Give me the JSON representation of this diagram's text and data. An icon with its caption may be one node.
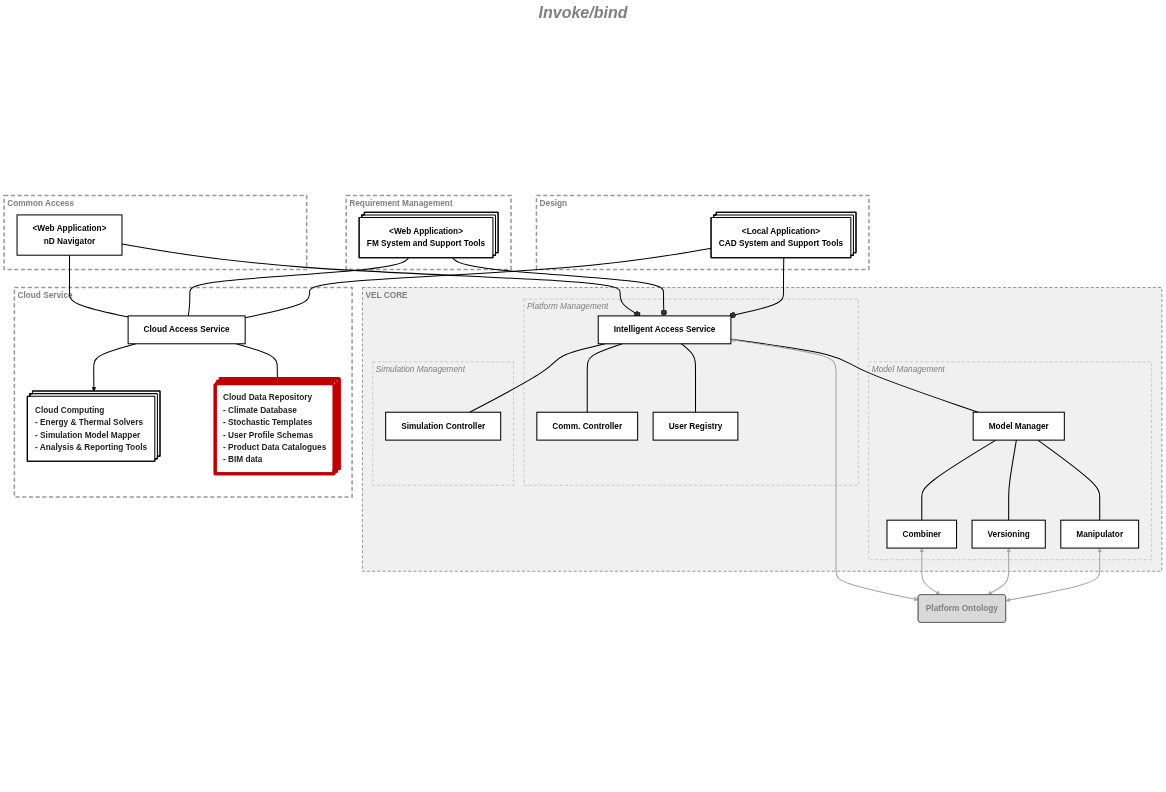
{
  "diagram": {
    "nodes": [
      {
        "text": [
          "Design"
        ]
      },
      {
        "text": [
          "<Local Application>",
          "CAD System and Support Tools"
        ],
        "in": 0
      },
      {
        "text": [
          "Requirement Management"
        ]
      },
      {
        "text": [
          "<Web Application>",
          "FM System and Support Tools"
        ],
        "in": 2
      },
      {
        "text": [
          "Common Access"
        ]
      },
      {
        "text": [
          "<Web Application>",
          "nD Navigator"
        ],
        "in": 4
      },
      {
        "text": [
          "VEL CORE"
        ]
      },
      {
        "text": [
          "Platform Management"
        ],
        "in": 6
      },
      {
        "text": [
          "Intelligent Access Service"
        ],
        "in": 7
      },
      {
        "text": [
          "Comm. Controller"
        ],
        "in": 7
      },
      {
        "text": [
          "User Registry"
        ],
        "in": 7
      },
      {
        "text": [
          "Model Management"
        ],
        "in": 6
      },
      {
        "text": [
          "Model Manager"
        ],
        "in": 11
      },
      {
        "text": [
          "Manipulator"
        ],
        "in": 11
      },
      {
        "text": [
          "Versioning"
        ],
        "in": 11
      },
      {
        "text": [
          "Combiner"
        ],
        "in": 11
      },
      {
        "text": [
          "Simulation Management"
        ],
        "in": 6
      },
      {
        "text": [
          "Simulation Controller"
        ],
        "in": 16
      },
      {
        "text": [
          "Platform Ontology"
        ]
      },
      {
        "text": [
          "Cloud Service"
        ]
      },
      {
        "text": [
          "Cloud Access Service"
        ],
        "in": 19
      },
      {
        "text": [
          "Cloud Computing",
          "- Energy & Thermal Solvers",
          "- Simulation Model Mapper",
          "- Analysis & Reporting Tools"
        ],
        "in": 19
      },
      {
        "text": [
          "Cloud Data Repository",
          "- Climate Database",
          "- Stochastic Templates",
          "- User Profile Schemas",
          "- Product Data Catalogues",
          "- BIM data"
        ],
        "in": 19
      }
    ],
    "edges": [
      {
        "from": 1,
        "to": 8,
        "arrow": "other"
      },
      {
        "from": 3,
        "to": 8,
        "arrow": "other"
      },
      {
        "from": 5,
        "to": 8,
        "arrow": "other"
      },
      {
        "from": 1,
        "to": 20,
        "arrow": "none"
      },
      {
        "from": 3,
        "to": 20,
        "arrow": "none"
      },
      {
        "from": 5,
        "to": 20,
        "arrow": "none"
      },
      {
        "from": 8,
        "to": 9,
        "arrow": "none"
      },
      {
        "from": 8,
        "to": 10,
        "arrow": "none"
      },
      {
        "from": 8,
        "to": 12,
        "arrow": "none"
      },
      {
        "from": 8,
        "to": 17,
        "arrow": "none"
      },
      {
        "from": 12,
        "to": 13,
        "arrow": "none"
      },
      {
        "from": 12,
        "to": 14,
        "arrow": "none"
      },
      {
        "from": 12,
        "to": 15,
        "arrow": "none"
      },
      {
        "from": 13,
        "to": 18,
        "arrow": "both",
        "color": "#a6a6a6"
      },
      {
        "from": 14,
        "to": 18,
        "arrow": "both",
        "color": "#a6a6a6"
      },
      {
        "from": 15,
        "to": 18,
        "arrow": "both",
        "color": "#a6a6a6"
      },
      {
        "from": 18,
        "to": 8,
        "arrow": "both",
        "color": "#a6a6a6"
      },
      {
        "from": 20,
        "to": 21,
        "arrow": "to"
      },
      {
        "from": 20,
        "to": 22,
        "arrow": "none"
      }
    ],
    "labels": [
      "Invoke/bind"
    ]
  }
}
